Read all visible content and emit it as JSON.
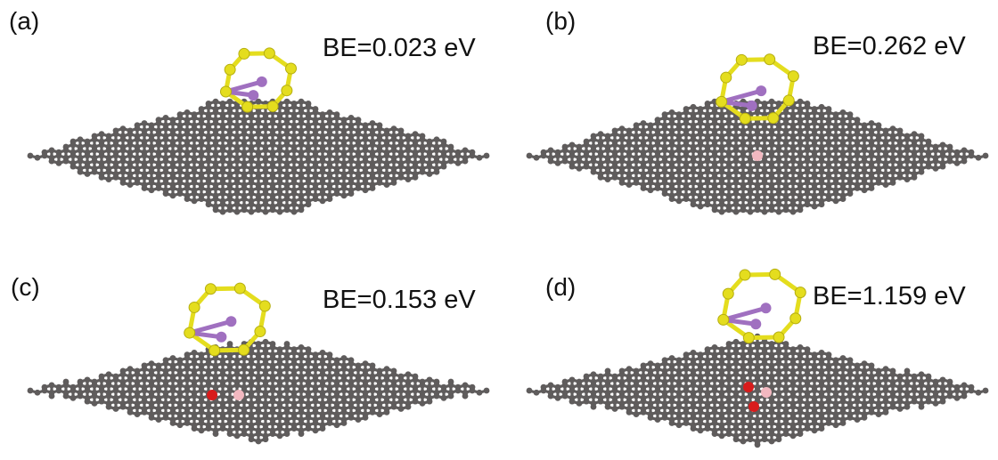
{
  "colors": {
    "carbon": "#5f5c5c",
    "sulfur": "#e4dd1e",
    "lithium": "#a070c0",
    "boron": "#f2b8c0",
    "oxygen": "#d81c1c"
  },
  "panels": [
    {
      "label": "(a)",
      "be": "BE=0.023 eV",
      "dopant": "none"
    },
    {
      "label": "(b)",
      "be": "BE=0.262 eV",
      "dopant": "B"
    },
    {
      "label": "(c)",
      "be": "BE=0.153 eV",
      "dopant": "B-O"
    },
    {
      "label": "(d)",
      "be": "BE=1.159 eV",
      "dopant": "B-O2"
    }
  ]
}
